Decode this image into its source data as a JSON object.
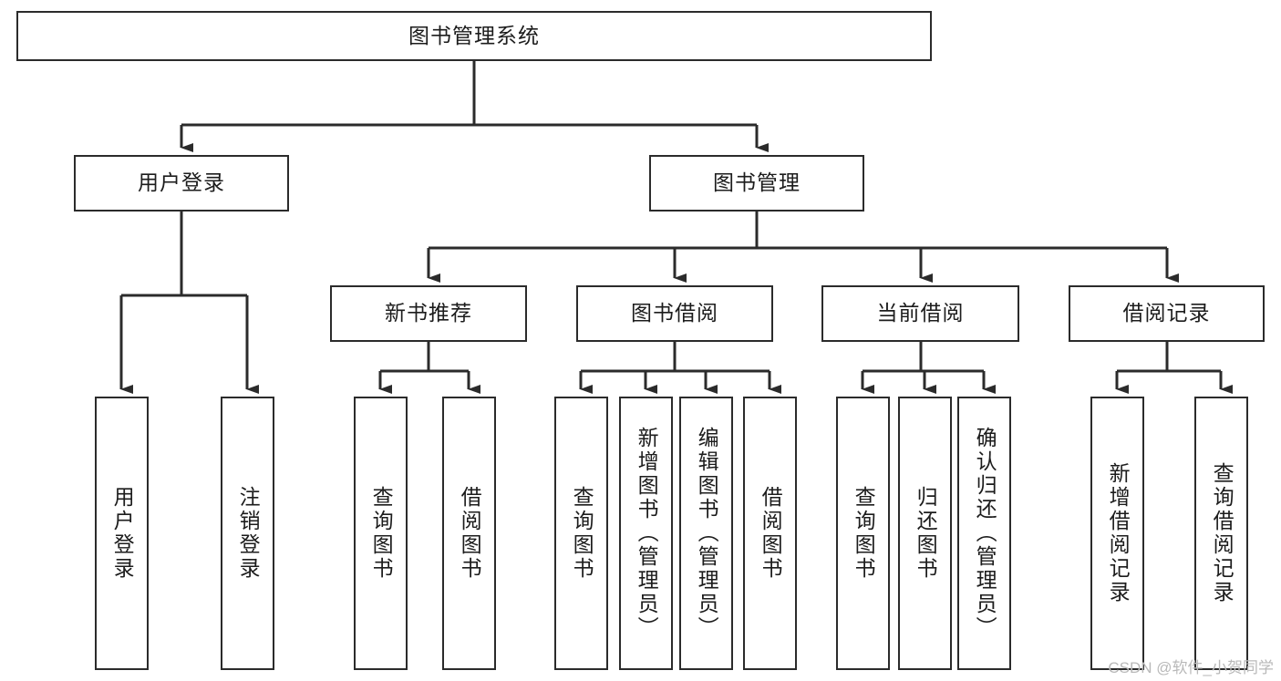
{
  "diagram": {
    "title": "图书管理系统",
    "type": "tree-hierarchy-chart",
    "root": {
      "id": "root",
      "label": "图书管理系统"
    },
    "level2": [
      {
        "id": "user-login",
        "label": "用户登录"
      },
      {
        "id": "book-manage",
        "label": "图书管理"
      }
    ],
    "level3": [
      {
        "id": "new-book-recommend",
        "label": "新书推荐"
      },
      {
        "id": "book-borrow",
        "label": "图书借阅"
      },
      {
        "id": "current-borrow",
        "label": "当前借阅"
      },
      {
        "id": "borrow-record",
        "label": "借阅记录"
      }
    ],
    "leaves": {
      "user_login": [
        {
          "id": "leaf-user-login",
          "label": "用户登录"
        },
        {
          "id": "leaf-logout-login",
          "label": "注销登录"
        }
      ],
      "new_book_recommend": [
        {
          "id": "leaf-query-book-1",
          "label": "查询图书"
        },
        {
          "id": "leaf-borrow-book-1",
          "label": "借阅图书"
        }
      ],
      "book_borrow": [
        {
          "id": "leaf-query-book-2",
          "label": "查询图书"
        },
        {
          "id": "leaf-add-book",
          "label": "新增图书（管理员）"
        },
        {
          "id": "leaf-edit-book",
          "label": "编辑图书（管理员）"
        },
        {
          "id": "leaf-borrow-book-2",
          "label": "借阅图书"
        }
      ],
      "current_borrow": [
        {
          "id": "leaf-query-book-3",
          "label": "查询图书"
        },
        {
          "id": "leaf-return-book",
          "label": "归还图书"
        },
        {
          "id": "leaf-confirm-return",
          "label": "确认归还（管理员）"
        }
      ],
      "borrow_record": [
        {
          "id": "leaf-add-record",
          "label": "新增借阅记录"
        },
        {
          "id": "leaf-query-record",
          "label": "查询借阅记录"
        }
      ]
    }
  },
  "watermark": {
    "text": "CSDN @软件_小贺同学"
  },
  "colors": {
    "stroke": "#2b2b2b",
    "background": "#ffffff",
    "text": "#1c1c1c",
    "watermark": "#b9b9b9"
  }
}
